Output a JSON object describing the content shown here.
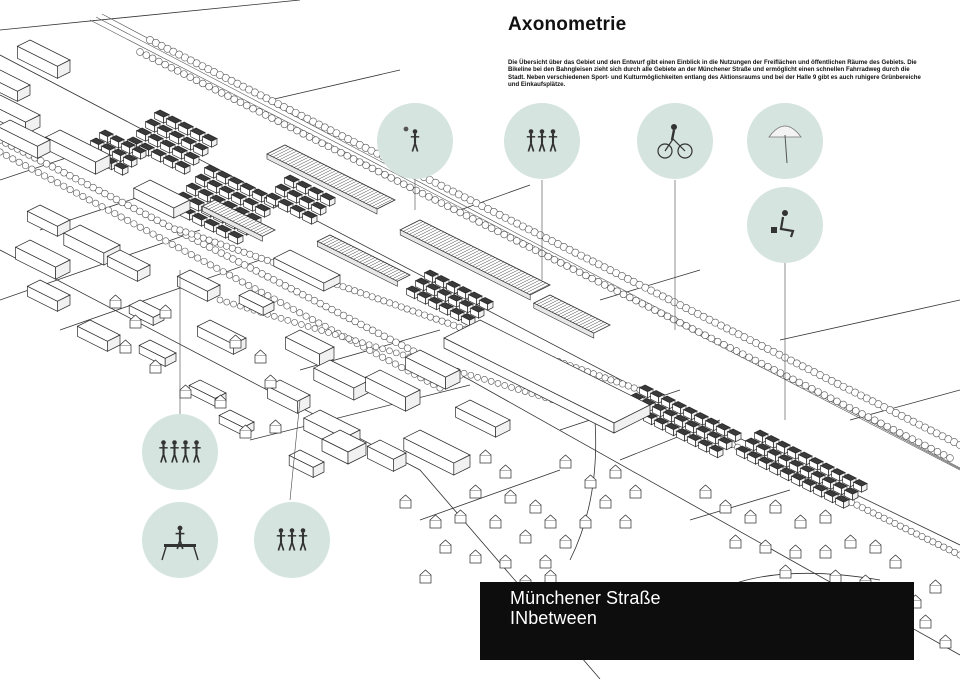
{
  "header": {
    "title": "Axonometrie",
    "description": "Die Übersicht über das Gebiet und den Entwurf gibt einen Einblick in die Nutzungen der Freiflächen und öffentlichen Räume des Gebiets. Die Bikeline bei den Bahngleisen zieht sich durch alle Gebiete an der Münchener Straße und ermöglicht einen schnellen Fahrradweg durch die Stadt. Neben verschiedenen Sport- und Kulturmöglichkeiten entlang des Aktionsraums und bei der Halle 9 gibt es auch ruhigere Grünbereiche und Einkaufsplätze."
  },
  "banner": {
    "line1": "Münchener Straße",
    "line2": "INbetween"
  },
  "colors": {
    "circle_fill": "#d5e4df",
    "ink": "#2a2a2a",
    "banner_bg": "#0d0d0d",
    "banner_text": "#ffffff"
  },
  "activity_icons": [
    {
      "name": "basketball-player-icon"
    },
    {
      "name": "group-play-icon"
    },
    {
      "name": "cyclist-icon"
    },
    {
      "name": "umbrella-icon"
    },
    {
      "name": "sitting-person-icon"
    },
    {
      "name": "dancers-icon"
    },
    {
      "name": "workbench-icon"
    },
    {
      "name": "skaters-icon"
    }
  ]
}
